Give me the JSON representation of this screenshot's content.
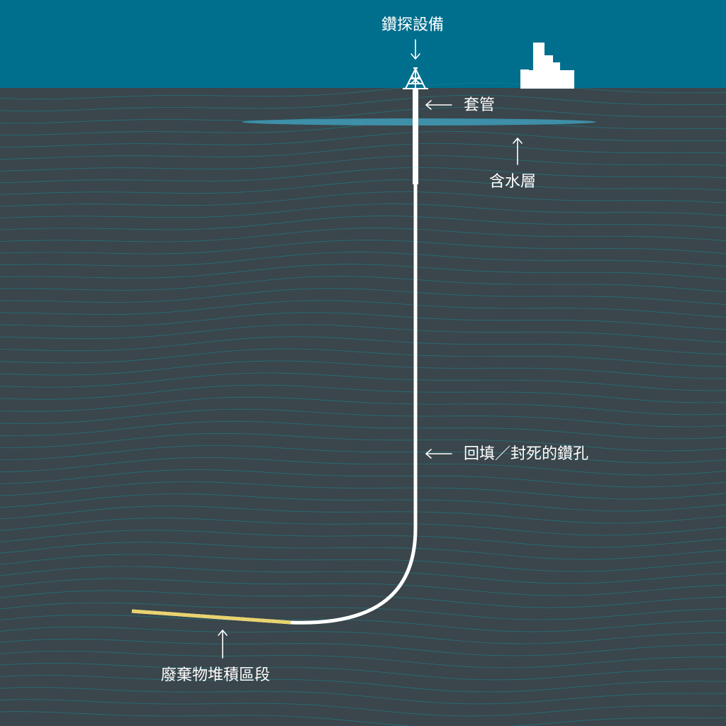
{
  "labels": {
    "drilling_rig": "鑽探設備",
    "casing": "套管",
    "aquifer": "含水層",
    "backfilled_borehole": "回填／封死的鑽孔",
    "waste_disposal_section": "廢棄物堆積區段"
  },
  "colors": {
    "sky": "#006f8e",
    "ground": "#3a464b",
    "strata_lines": "#1e7e8c",
    "aquifer": "#3e8fa8",
    "borehole": "#ffffff",
    "waste_section": "#e9d36e",
    "text": "#ffffff"
  },
  "icons": {
    "rig": "drilling-rig-icon",
    "buildings": "city-skyline-icon"
  }
}
